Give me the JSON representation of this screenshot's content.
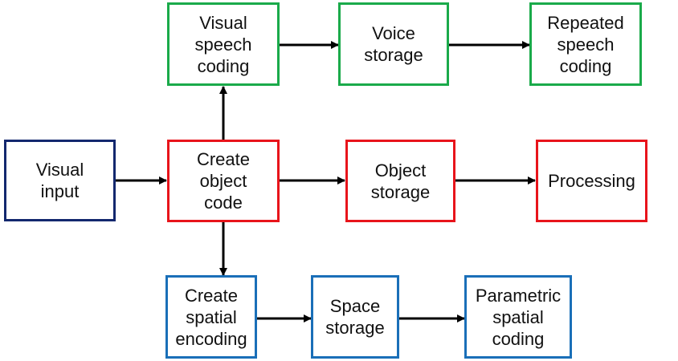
{
  "diagram": {
    "nodes": [
      {
        "id": "visual-input",
        "label": "Visual\ninput",
        "color": "#13286e"
      },
      {
        "id": "create-object-code",
        "label": "Create\nobject\ncode",
        "color": "#e8141b"
      },
      {
        "id": "object-storage",
        "label": "Object\nstorage",
        "color": "#e8141b"
      },
      {
        "id": "processing",
        "label": "Processing",
        "color": "#e8141b"
      },
      {
        "id": "visual-speech-coding",
        "label": "Visual\nspeech\ncoding",
        "color": "#1aaa4a"
      },
      {
        "id": "voice-storage",
        "label": "Voice\nstorage",
        "color": "#1aaa4a"
      },
      {
        "id": "repeated-speech-coding",
        "label": "Repeated\nspeech\ncoding",
        "color": "#1aaa4a"
      },
      {
        "id": "create-spatial-encoding",
        "label": "Create\nspatial\nencoding",
        "color": "#1a6fb8"
      },
      {
        "id": "space-storage",
        "label": "Space\nstorage",
        "color": "#1a6fb8"
      },
      {
        "id": "parametric-spatial-coding",
        "label": "Parametric\nspatial\ncoding",
        "color": "#1a6fb8"
      }
    ],
    "edges": [
      {
        "from": "visual-input",
        "to": "create-object-code"
      },
      {
        "from": "create-object-code",
        "to": "object-storage"
      },
      {
        "from": "object-storage",
        "to": "processing"
      },
      {
        "from": "create-object-code",
        "to": "visual-speech-coding"
      },
      {
        "from": "visual-speech-coding",
        "to": "voice-storage"
      },
      {
        "from": "voice-storage",
        "to": "repeated-speech-coding"
      },
      {
        "from": "create-object-code",
        "to": "create-spatial-encoding"
      },
      {
        "from": "create-spatial-encoding",
        "to": "space-storage"
      },
      {
        "from": "space-storage",
        "to": "parametric-spatial-coding"
      }
    ]
  }
}
